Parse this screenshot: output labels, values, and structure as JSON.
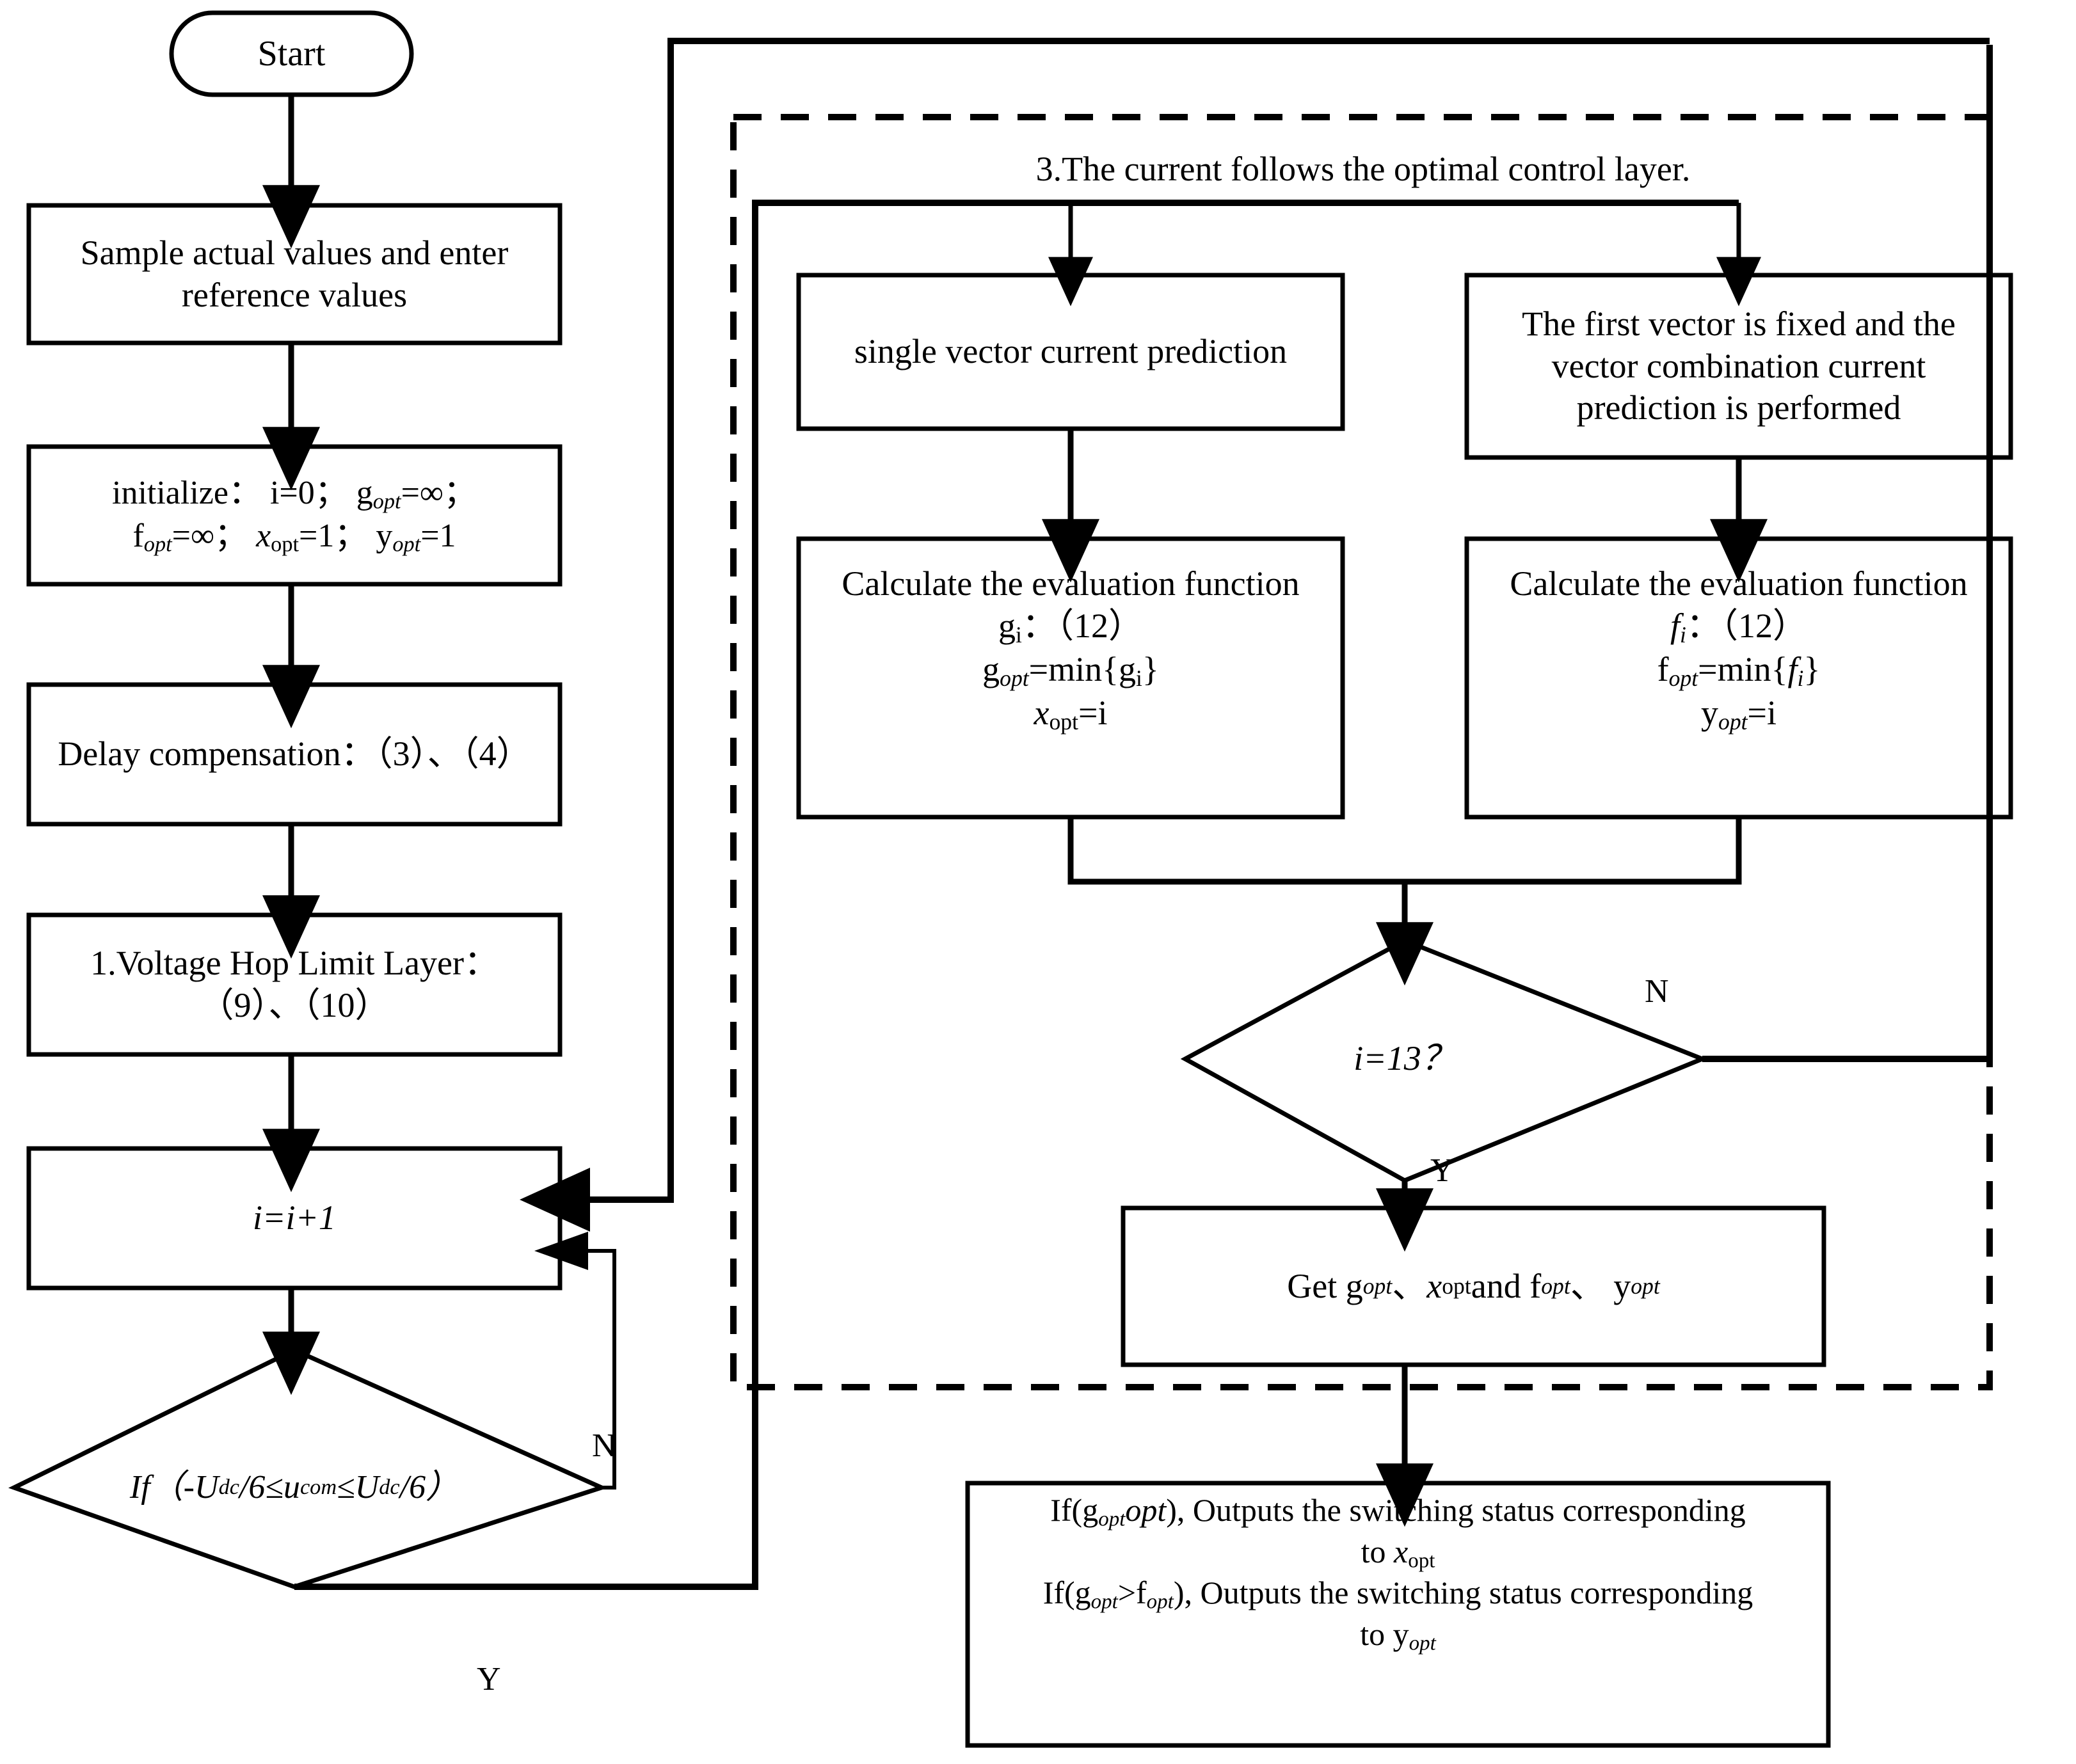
{
  "diagram": {
    "type": "flowchart",
    "title_note": "3.The current follows the optimal control layer.",
    "dashed_group_label": "3.The current follows the optimal control layer."
  },
  "nodes": {
    "start": {
      "label": "Start",
      "shape": "terminator"
    },
    "sample": {
      "label": "Sample actual values and enter reference values",
      "shape": "process"
    },
    "initialize": {
      "line1": "initialize：  i=0；  gopt=∞；",
      "line2": "fopt=∞；  xopt=1；  yopt=1",
      "shape": "process"
    },
    "delay": {
      "label": "Delay compensation：（3）、（4）",
      "shape": "process"
    },
    "voltage_hop": {
      "line1": "1.Voltage Hop Limit Layer：",
      "line2": "（9）、（10）",
      "shape": "process"
    },
    "increment": {
      "label": "i=i+1",
      "shape": "process"
    },
    "if_voltage": {
      "label": "If（-Udc/6≤ucom≤Udc/6）",
      "shape": "decision"
    },
    "single_vector": {
      "label": "single vector current prediction",
      "shape": "process"
    },
    "fixed_vector": {
      "label": "The first vector is fixed and the vector combination current prediction is performed",
      "shape": "process"
    },
    "eval_g": {
      "line1": "Calculate the evaluation function",
      "line2": "gi：（12）",
      "line3": "gopt=min{gi}",
      "line4": "xopt=i",
      "shape": "process"
    },
    "eval_f": {
      "line1": "Calculate the evaluation function",
      "line2": "fi：（12）",
      "line3": "fopt=min{fi}",
      "line4": "yopt=i",
      "shape": "process"
    },
    "if_i13": {
      "label": "i=13？",
      "shape": "decision"
    },
    "get_opt": {
      "label": "Get gopt、 xopt and fopt、 yopt",
      "shape": "process"
    },
    "output": {
      "line1": "If(gopt<fopt), Outputs the switching status corresponding",
      "line2": "to xopt",
      "line3": "If(gopt>fopt), Outputs the switching status corresponding",
      "line4": "to yopt",
      "shape": "process"
    }
  },
  "edge_labels": {
    "if_voltage_no": "N",
    "if_voltage_yes": "Y",
    "if_i13_no": "N",
    "if_i13_yes": "Y"
  },
  "colors": {
    "stroke": "#000000",
    "fill": "#ffffff",
    "text": "#000000"
  }
}
